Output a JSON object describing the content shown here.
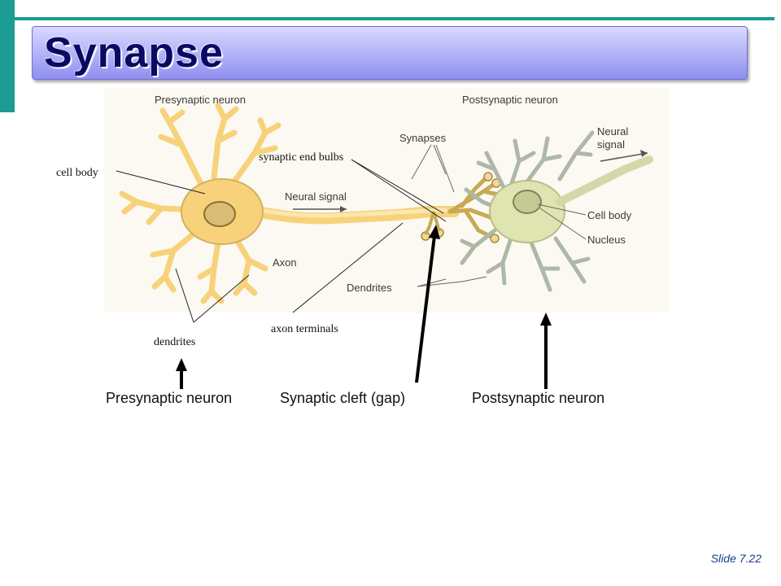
{
  "colors": {
    "accent_teal": "#1b9b94",
    "title_gradient_top": "#d9d9ff",
    "title_gradient_bottom": "#8f8fef",
    "title_text": "#0a0a64",
    "presynaptic_fill": "#f7d27a",
    "postsynaptic_fill": "#dfe4b1",
    "figure_label": "#3a3a3a",
    "slide_number": "#1a3a8a"
  },
  "slide": {
    "title": "Synapse",
    "number": "Slide 7.22"
  },
  "figure": {
    "labels": {
      "presynaptic_neuron": "Presynaptic neuron",
      "postsynaptic_neuron": "Postsynaptic neuron",
      "synapses": "Synapses",
      "neural_signal_axon": "Neural signal",
      "neural_signal_right_line1": "Neural",
      "neural_signal_right_line2": "signal",
      "axon": "Axon",
      "cell_body": "Cell body",
      "nucleus": "Nucleus",
      "dendrites": "Dendrites"
    }
  },
  "annotations": {
    "cell_body": "cell body",
    "synaptic_end_bulbs": "synaptic end bulbs",
    "dendrites": "dendrites",
    "axon_terminals": "axon terminals"
  },
  "captions": {
    "presynaptic": "Presynaptic neuron",
    "cleft": "Synaptic cleft (gap)",
    "postsynaptic": "Postsynaptic neuron"
  }
}
